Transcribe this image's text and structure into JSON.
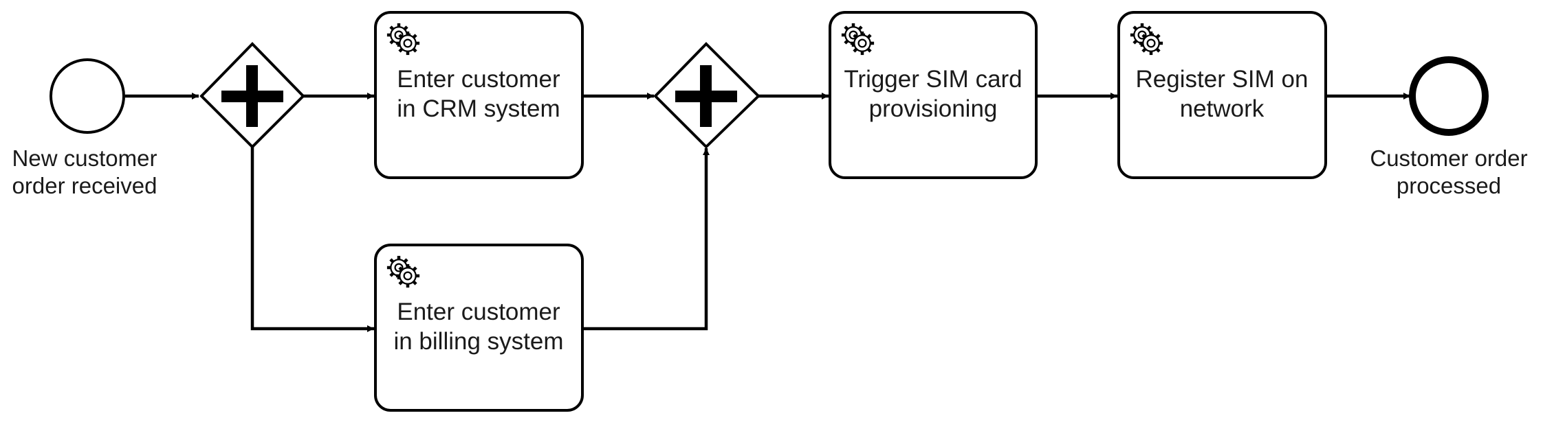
{
  "diagram": {
    "type": "bpmn-process",
    "start_event": {
      "label_line1": "New customer",
      "label_line2": "order received"
    },
    "end_event": {
      "label_line1": "Customer order",
      "label_line2": "processed"
    },
    "tasks": [
      {
        "id": "task-crm",
        "kind": "service-task",
        "icon": "gears-icon",
        "line1": "Enter customer",
        "line2": "in CRM system"
      },
      {
        "id": "task-billing",
        "kind": "service-task",
        "icon": "gears-icon",
        "line1": "Enter customer",
        "line2": "in billing system"
      },
      {
        "id": "task-sim",
        "kind": "service-task",
        "icon": "gears-icon",
        "line1": "Trigger SIM card",
        "line2": "provisioning"
      },
      {
        "id": "task-register",
        "kind": "service-task",
        "icon": "gears-icon",
        "line1": "Register SIM on",
        "line2": "network"
      }
    ],
    "gateways": [
      {
        "id": "gateway-split",
        "kind": "parallel",
        "icon": "plus-icon"
      },
      {
        "id": "gateway-join",
        "kind": "parallel",
        "icon": "plus-icon"
      }
    ],
    "colors": {
      "stroke": "#000000",
      "fill": "#ffffff",
      "text": "#1a1a1a"
    }
  }
}
